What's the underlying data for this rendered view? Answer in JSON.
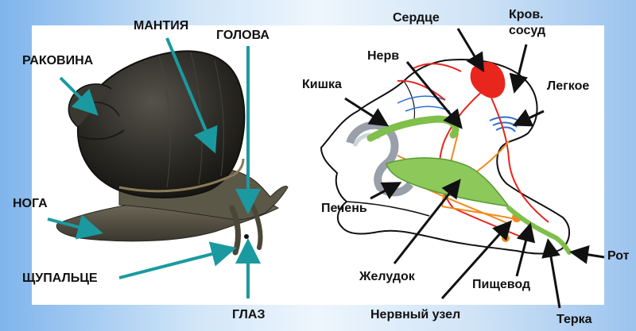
{
  "snail_labels": {
    "shell": "РАКОВИНА",
    "mantle": "МАНТИЯ",
    "head": "ГОЛОВА",
    "foot": "НОГА",
    "tentacle": "ЩУПАЛЬЦЕ",
    "eye": "ГЛАЗ"
  },
  "anatomy_labels": {
    "heart": "Сердце",
    "blood_vessel_line1": "Кров.",
    "blood_vessel_line2": "сосуд",
    "nerve": "Нерв",
    "intestine": "Кишка",
    "lung": "Легкое",
    "liver": "Печень",
    "stomach": "Желудок",
    "esophagus": "Пищевод",
    "mouth": "Рот",
    "nerve_ganglion": "Нервный узел",
    "radula": "Терка"
  },
  "colors": {
    "pointer_snail": "#1a9aa0",
    "pointer_anatomy": "#111111",
    "digestive": "#7fbf4a",
    "circulatory": "#e8261e",
    "nervous": "#f08a1c",
    "lung_vessels": "#2f6fd0"
  }
}
